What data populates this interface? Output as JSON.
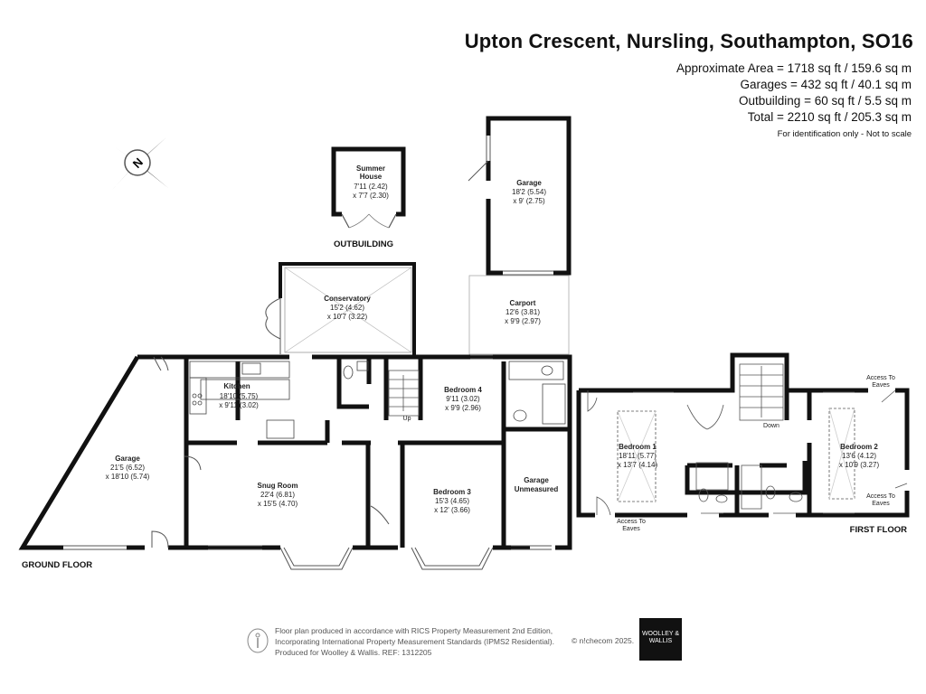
{
  "header": {
    "title": "Upton Crescent, Nursling, Southampton, SO16",
    "areas": [
      "Approximate Area = 1718 sq ft / 159.6 sq m",
      "Garages = 432 sq ft / 40.1 sq m",
      "Outbuilding = 60 sq ft / 5.5 sq m",
      "Total = 2210 sq ft / 205.3 sq m"
    ],
    "note": "For identification only - Not to scale"
  },
  "compass": {
    "label": "N"
  },
  "floors": {
    "ground": "GROUND FLOOR",
    "first": "FIRST FLOOR",
    "outbuilding": "OUTBUILDING"
  },
  "rooms": {
    "summer_house": {
      "name1": "Summer",
      "name2": "House",
      "dim1": "7'11 (2.42)",
      "dim2": "x 7'7 (2.30)"
    },
    "garage_top": {
      "name": "Garage",
      "dim1": "18'2 (5.54)",
      "dim2": "x 9' (2.75)"
    },
    "carport": {
      "name": "Carport",
      "dim1": "12'6 (3.81)",
      "dim2": "x 9'9 (2.97)"
    },
    "conservatory": {
      "name": "Conservatory",
      "dim1": "15'2 (4.62)",
      "dim2": "x 10'7 (3.22)"
    },
    "kitchen": {
      "name": "Kitchen",
      "dim1": "18'10 (5.75)",
      "dim2": "x 9'11 (3.02)"
    },
    "bedroom4": {
      "name": "Bedroom 4",
      "dim1": "9'11 (3.02)",
      "dim2": "x 9'9 (2.96)"
    },
    "garage_left": {
      "name": "Garage",
      "dim1": "21'5 (6.52)",
      "dim2": "x 18'10 (5.74)"
    },
    "snug": {
      "name": "Snug Room",
      "dim1": "22'4 (6.81)",
      "dim2": "x 15'5 (4.70)"
    },
    "bedroom3": {
      "name": "Bedroom 3",
      "dim1": "15'3 (4.65)",
      "dim2": "x 12' (3.66)"
    },
    "garage_unmeasured": {
      "name1": "Garage",
      "name2": "Unmeasured"
    },
    "bedroom1": {
      "name": "Bedroom 1",
      "dim1": "18'11 (5.77)",
      "dim2": "x 13'7 (4.14)"
    },
    "bedroom2": {
      "name": "Bedroom 2",
      "dim1": "13'6 (4.12)",
      "dim2": "x 10'9 (3.27)"
    }
  },
  "annotations": {
    "up": "Up",
    "down": "Down",
    "access_eaves_a1": "Access To",
    "access_eaves_a2": "Eaves",
    "access_eaves_b1": "Access To",
    "access_eaves_b2": "Eaves",
    "access_eaves_c1": "Access To",
    "access_eaves_c2": "Eaves"
  },
  "footer": {
    "line1": "Floor plan produced in accordance with RICS Property Measurement 2nd Edition,",
    "line2": "Incorporating International Property Measurement Standards (IPMS2 Residential).",
    "line3": "Produced for Woolley & Wallis.   REF:  1312205",
    "credit": "© n!checom 2025.",
    "logo": "WOOLLEY & WALLIS"
  }
}
